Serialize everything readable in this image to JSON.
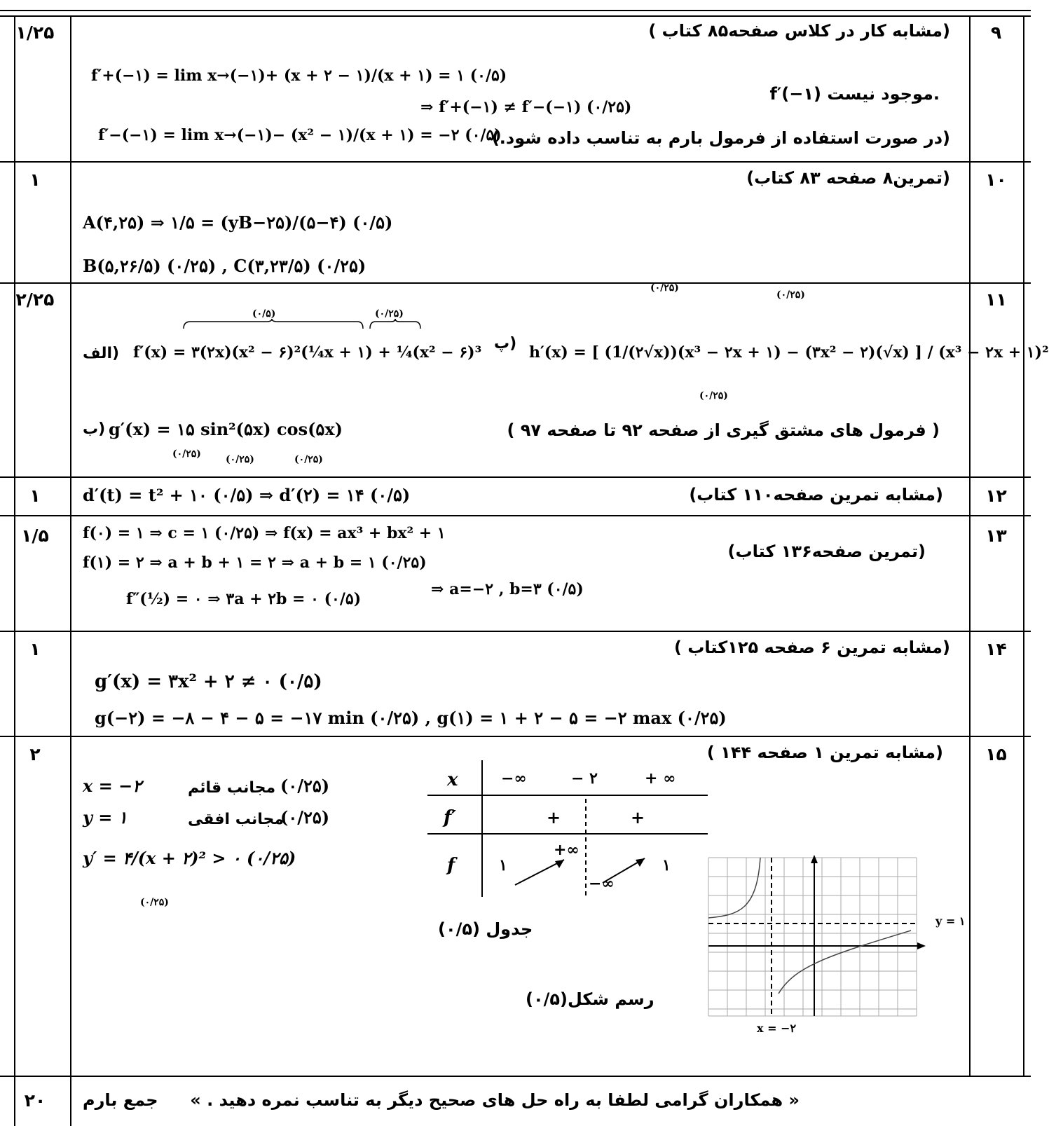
{
  "rows": [
    {
      "num": "۹",
      "score": "۱/۲۵",
      "ref": "(مشابه کار در کلاس صفحه۸۵ کتاب )",
      "lines": [
        "f′+(−۱) = lim x→(−۱)+ (x + ۲ − ۱)/(x + ۱) = ۱   (۰/۵)",
        "f′−(−۱) = lim x→(−۱)− (x² − ۱)/(x + ۱) = −۲   (۰/۵)",
        "⇒ f′+(−۱) ≠ f′−(−۱)  (۰/۲۵)"
      ],
      "text1": "f′(−۱) موجود نیست.",
      "text2": "(در صورت استفاده از فرمول بارم به تناسب داده شود.)"
    },
    {
      "num": "۱۰",
      "score": "۱",
      "ref": "(تمرین۸  صفحه ۸۳ کتاب)",
      "lines": [
        "A(۴,۲۵)  ⇒  ۱/۵ = (yB−۲۵)/(۵−۴)   (۰/۵)",
        "B(۵,۲۶/۵)    (۰/۲۵)      ,       C(۳,۲۳/۵)   (۰/۲۵)"
      ]
    },
    {
      "num": "۱۱",
      "score": "۲/۲۵",
      "ref": "( فرمول های مشتق گیری از صفحه ۹۲ تا صفحه ۹۷ )",
      "alef_label": "(الف",
      "alef": "f′(x) = ۳(۲x)(x² − ۶)²(¼x + ۱) + ¼(x² − ۶)³",
      "alef_marks": [
        "(۰/۵)",
        "(۰/۲۵)"
      ],
      "be_label": "(ب",
      "be": "g′(x) = ۱۵ sin²(۵x) cos(۵x)",
      "be_marks": [
        "(۰/۲۵)",
        "(۰/۲۵)",
        "(۰/۲۵)"
      ],
      "pe_label": "(پ",
      "pe": "h′(x) = [ (1/(۲√x))(x³ − ۲x + ۱) − (۳x² − ۲)(√x) ] / (x³ − ۲x + ۱)²",
      "pe_marks": [
        "(۰/۲۵)",
        "(۰/۲۵)",
        "(۰/۲۵)"
      ]
    },
    {
      "num": "۱۲",
      "score": "۱",
      "ref": "(مشابه تمرین صفحه۱۱۰ کتاب)",
      "lines": [
        "d′(t) = t² + ۱۰    (۰/۵)   ⇒ d′(۲) = ۱۴    (۰/۵)"
      ]
    },
    {
      "num": "۱۳",
      "score": "۱/۵",
      "ref": "(تمرین صفحه۱۳۶ کتاب)",
      "lines": [
        "f(۰) = ۱ ⇒ c = ۱       (۰/۲۵)   ⇒ f(x) = ax³ + bx² + ۱",
        "f(۱) = ۲ ⇒ a + b + ۱ = ۲ ⇒ a + b = ۱   (۰/۲۵)",
        "f″(½) = ۰ ⇒ ۳a + ۲b = ۰   (۰/۵)",
        "⇒ a=−۲ , b=۳   (۰/۵)"
      ]
    },
    {
      "num": "۱۴",
      "score": "۱",
      "ref": "(مشابه تمرین ۶ صفحه ۱۲۵کتاب )",
      "lines": [
        "g′(x) = ۳x² + ۲ ≠ ۰    (۰/۵)",
        "g(−۲) = −۸ − ۴ − ۵ = −۱۷   min  (۰/۲۵)    ,    g(۱) = ۱ + ۲ − ۵ = −۲   max  (۰/۲۵)"
      ]
    },
    {
      "num": "۱۵",
      "score": "۲",
      "ref": "(مشابه تمرین ۱ صفحه ۱۴۴ )",
      "asym_v": "x = −۲",
      "asym_v_label": "مجانب قائم",
      "asym_v_mark": "(۰/۲۵)",
      "asym_h": "y = ۱",
      "asym_h_label": "مجانب افقی",
      "asym_h_mark": "(۰/۲۵)",
      "deriv": "y′ = ۴/(x + ۲)² > ۰  (۰/۲۵)",
      "deriv_mark": "(۰/۲۵)",
      "table": {
        "x_label": "x",
        "fp_label": "f′",
        "f_label": "f",
        "x_vals": [
          "−∞",
          "− ۲",
          "+ ∞"
        ],
        "fp_vals": [
          "+",
          "+"
        ],
        "f_vals": [
          "۱",
          "+∞",
          "−∞",
          "۱"
        ]
      },
      "table_caption": "جدول (۰/۵)",
      "graph_caption": "رسم شکل(۰/۵)",
      "graph_y_label": "y = ۱",
      "graph_x_label": "x = −۲"
    }
  ],
  "footer": {
    "score": "۲۰",
    "label": "جمع بارم",
    "note": "« همکاران گرامی لطفا به راه حل های صحیح دیگر به تناسب نمره دهید . »"
  }
}
